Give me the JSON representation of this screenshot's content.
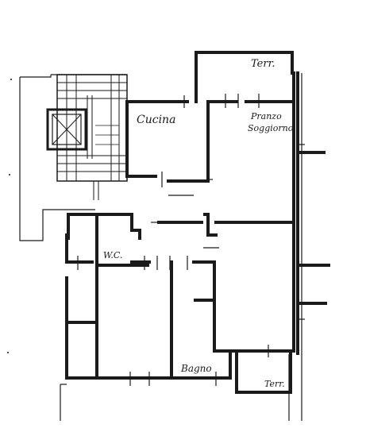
{
  "labels": {
    "terrazzo_top": "Terr.",
    "cucina": "Cucina",
    "pranzo": "Pranzo",
    "soggiorno": "Soggiorno",
    "wc": "W.C.",
    "bagno": "Bagno",
    "terrazzo_bottom": "Terr."
  },
  "colors": {
    "ink": "#1a1a1a",
    "paper": "#ffffff"
  }
}
